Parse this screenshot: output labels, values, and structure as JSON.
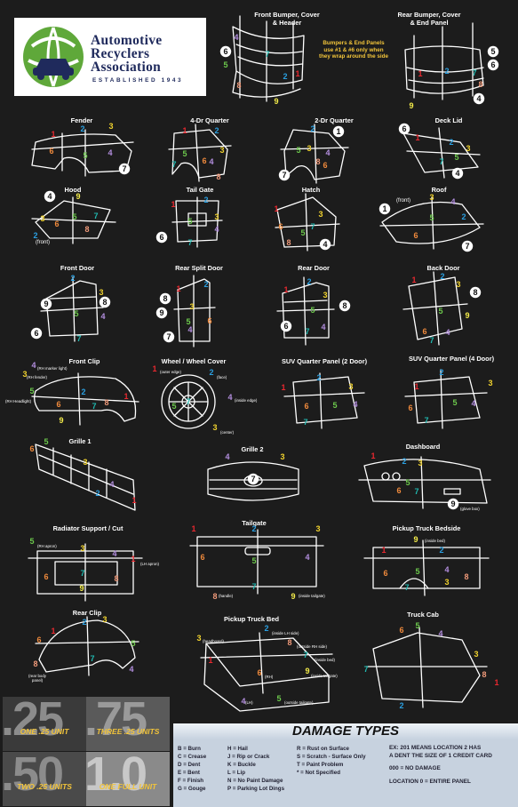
{
  "logo": {
    "lines": [
      "Automotive",
      "Recyclers",
      "Association"
    ],
    "established": "ESTABLISHED 1943"
  },
  "captions": {
    "front_bumper": [
      "Front Bumper, Cover",
      "& Header"
    ],
    "rear_bumper": [
      "Rear Bumper, Cover",
      "& End Panel"
    ],
    "fender": "Fender",
    "four_dr_quarter": "4-Dr Quarter",
    "two_dr_quarter": "2-Dr Quarter",
    "deck_lid": "Deck Lid",
    "hood": "Hood",
    "tail_gate": "Tail Gate",
    "hatch": "Hatch",
    "roof": "Roof",
    "front_door": "Front Door",
    "rear_split_door": "Rear Split Door",
    "rear_door": "Rear Door",
    "back_door": "Back Door",
    "front_clip": "Front Clip",
    "wheel_cover": "Wheel / Wheel Cover",
    "suv_quarter_2dr": "SUV Quarter Panel (2 Door)",
    "suv_quarter_4dr": "SUV Quarter Panel (4 Door)",
    "grille_1": "Grille 1",
    "grille_2": "Grille 2",
    "dashboard": "Dashboard",
    "radiator_support": "Radiator Support / Cut",
    "tailgate": "Tailgate",
    "pickup_bedside": "Pickup Truck Bedside",
    "rear_clip": "Rear Clip",
    "pickup_bed": "Pickup Truck Bed",
    "truck_cab": "Truck Cab"
  },
  "bumper_note": [
    "Bumpers & End Panels",
    "use #1 & #6 only when",
    "they wrap around the side"
  ],
  "sublabels": {
    "rh_marker_light": "(RH marker light)",
    "rh_fender": "(RH fender)",
    "rh_headlight": "(RH Headlight)",
    "outer_edge": "(outer edge)",
    "face": "(face)",
    "inside_edge": "(inside edge)",
    "center": "(center)",
    "glove_box": "(glove box)",
    "rh_apron": "(RH apron)",
    "lh_apron": "(LH apron)",
    "handle": "(handle)",
    "inside_tailgate": "(inside tailgate)",
    "inside_bed": "(inside bed)",
    "rear_body_panel": "(rear body panel)",
    "headboard": "(headboard)",
    "inside_lh_side": "(inside LH side)",
    "outside_rh_side": "(outside RH side)",
    "inside_bed_2": "(inside bed)",
    "rh": "(RH)",
    "inside_tailgate_2": "(inside tailgate)",
    "lh": "(LH)",
    "outside_tailgate": "(outside tailgate)",
    "front_hood": "(front)",
    "front_roof": "(front)"
  },
  "units": {
    "q25": {
      "big": ".25",
      "label": "ONE .25 UNIT"
    },
    "q75": {
      "big": ".75",
      "label": "THREE .25 UNITS"
    },
    "q50": {
      "big": ".50",
      "label": "TWO .25 UNITS"
    },
    "q100": {
      "big": "1.0",
      "label": "ONE FULL UNIT"
    }
  },
  "damage_types": {
    "title": "DAMAGE TYPES",
    "col1": [
      "B = Burn",
      "C = Crease",
      "D = Dent",
      "E = Bent",
      "F = Finish",
      "G = Gouge"
    ],
    "col2": [
      "H = Hail",
      "J = Rip or Crack",
      "K = Buckle",
      "L = Lip",
      "N = No Paint Damage",
      "P = Parking Lot Dings"
    ],
    "col3": [
      "R = Rust on Surface",
      "S = Scratch - Surface Only",
      "T = Paint Problem",
      "* = Not Specified"
    ],
    "notes": [
      "EX: 201 MEANS LOCATION 2 HAS",
      "A DENT THE SIZE OF 1 CREDIT CARD",
      "000 = NO DAMAGE",
      "LOCATION 0 = ENTIRE PANEL"
    ]
  },
  "colors": {
    "n1": "#e8282f",
    "n2": "#2a9fe0",
    "n3": "#f0d22e",
    "n4": "#b48fe0",
    "n5": "#6cc84c",
    "n6": "#f08a3c",
    "n7": "#1fb9b0",
    "n8": "#f09a7a",
    "n9": "#f4ec4a",
    "caption": "#ffffff",
    "note": "#f2c43a",
    "background": "#1c1c1c"
  }
}
